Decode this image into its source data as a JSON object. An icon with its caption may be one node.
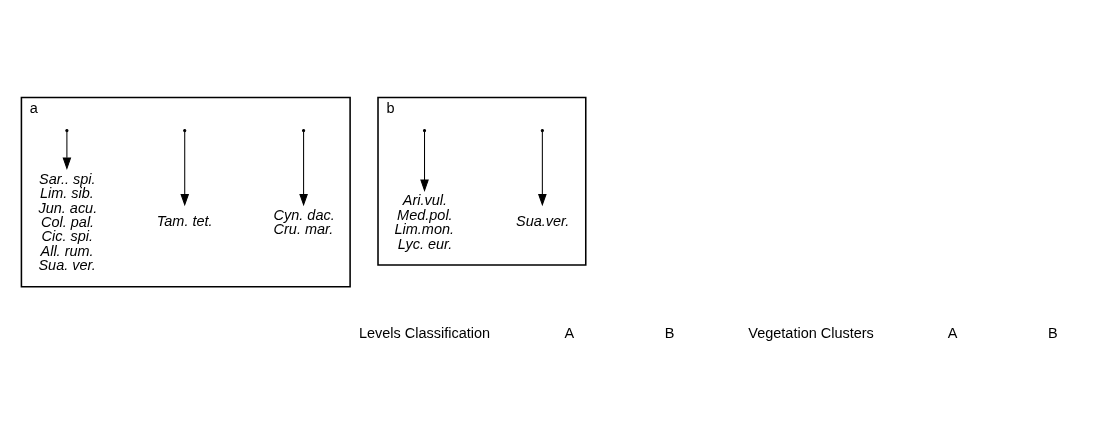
{
  "diagram": {
    "nodes": [
      {
        "text": [
          "a"
        ]
      },
      {
        "text": [
          "b"
        ]
      },
      {
        "text": [
          "Cyn. dac.",
          "Cru. mar."
        ],
        "in": 0
      },
      {
        "text": [
          "Tam. tet."
        ],
        "in": 0
      },
      {
        "text": [
          "Sar.. spi.",
          "Lim. sib.",
          "Jun. acu.",
          "Col. pal.",
          "Cic. spi.",
          "All. rum.",
          "Sua. ver."
        ],
        "in": 0
      },
      {
        "text": [
          "Sua.ver."
        ],
        "in": 1
      },
      {
        "text": [
          "Ari.vul.",
          "Med.pol.",
          "Lim.mon.",
          "Lyc. eur."
        ],
        "in": 1
      }
    ],
    "edges": [
      {
        "from": null,
        "to": 2,
        "arrow": "to"
      },
      {
        "from": null,
        "to": 3,
        "arrow": "to"
      },
      {
        "from": null,
        "to": 4,
        "arrow": "to"
      },
      {
        "from": null,
        "to": 5,
        "arrow": "to"
      },
      {
        "from": null,
        "to": 6,
        "arrow": "to"
      }
    ],
    "labels": [
      "Levels Classification",
      "A",
      "B",
      "Vegetation Clusters",
      "A",
      "B"
    ]
  }
}
